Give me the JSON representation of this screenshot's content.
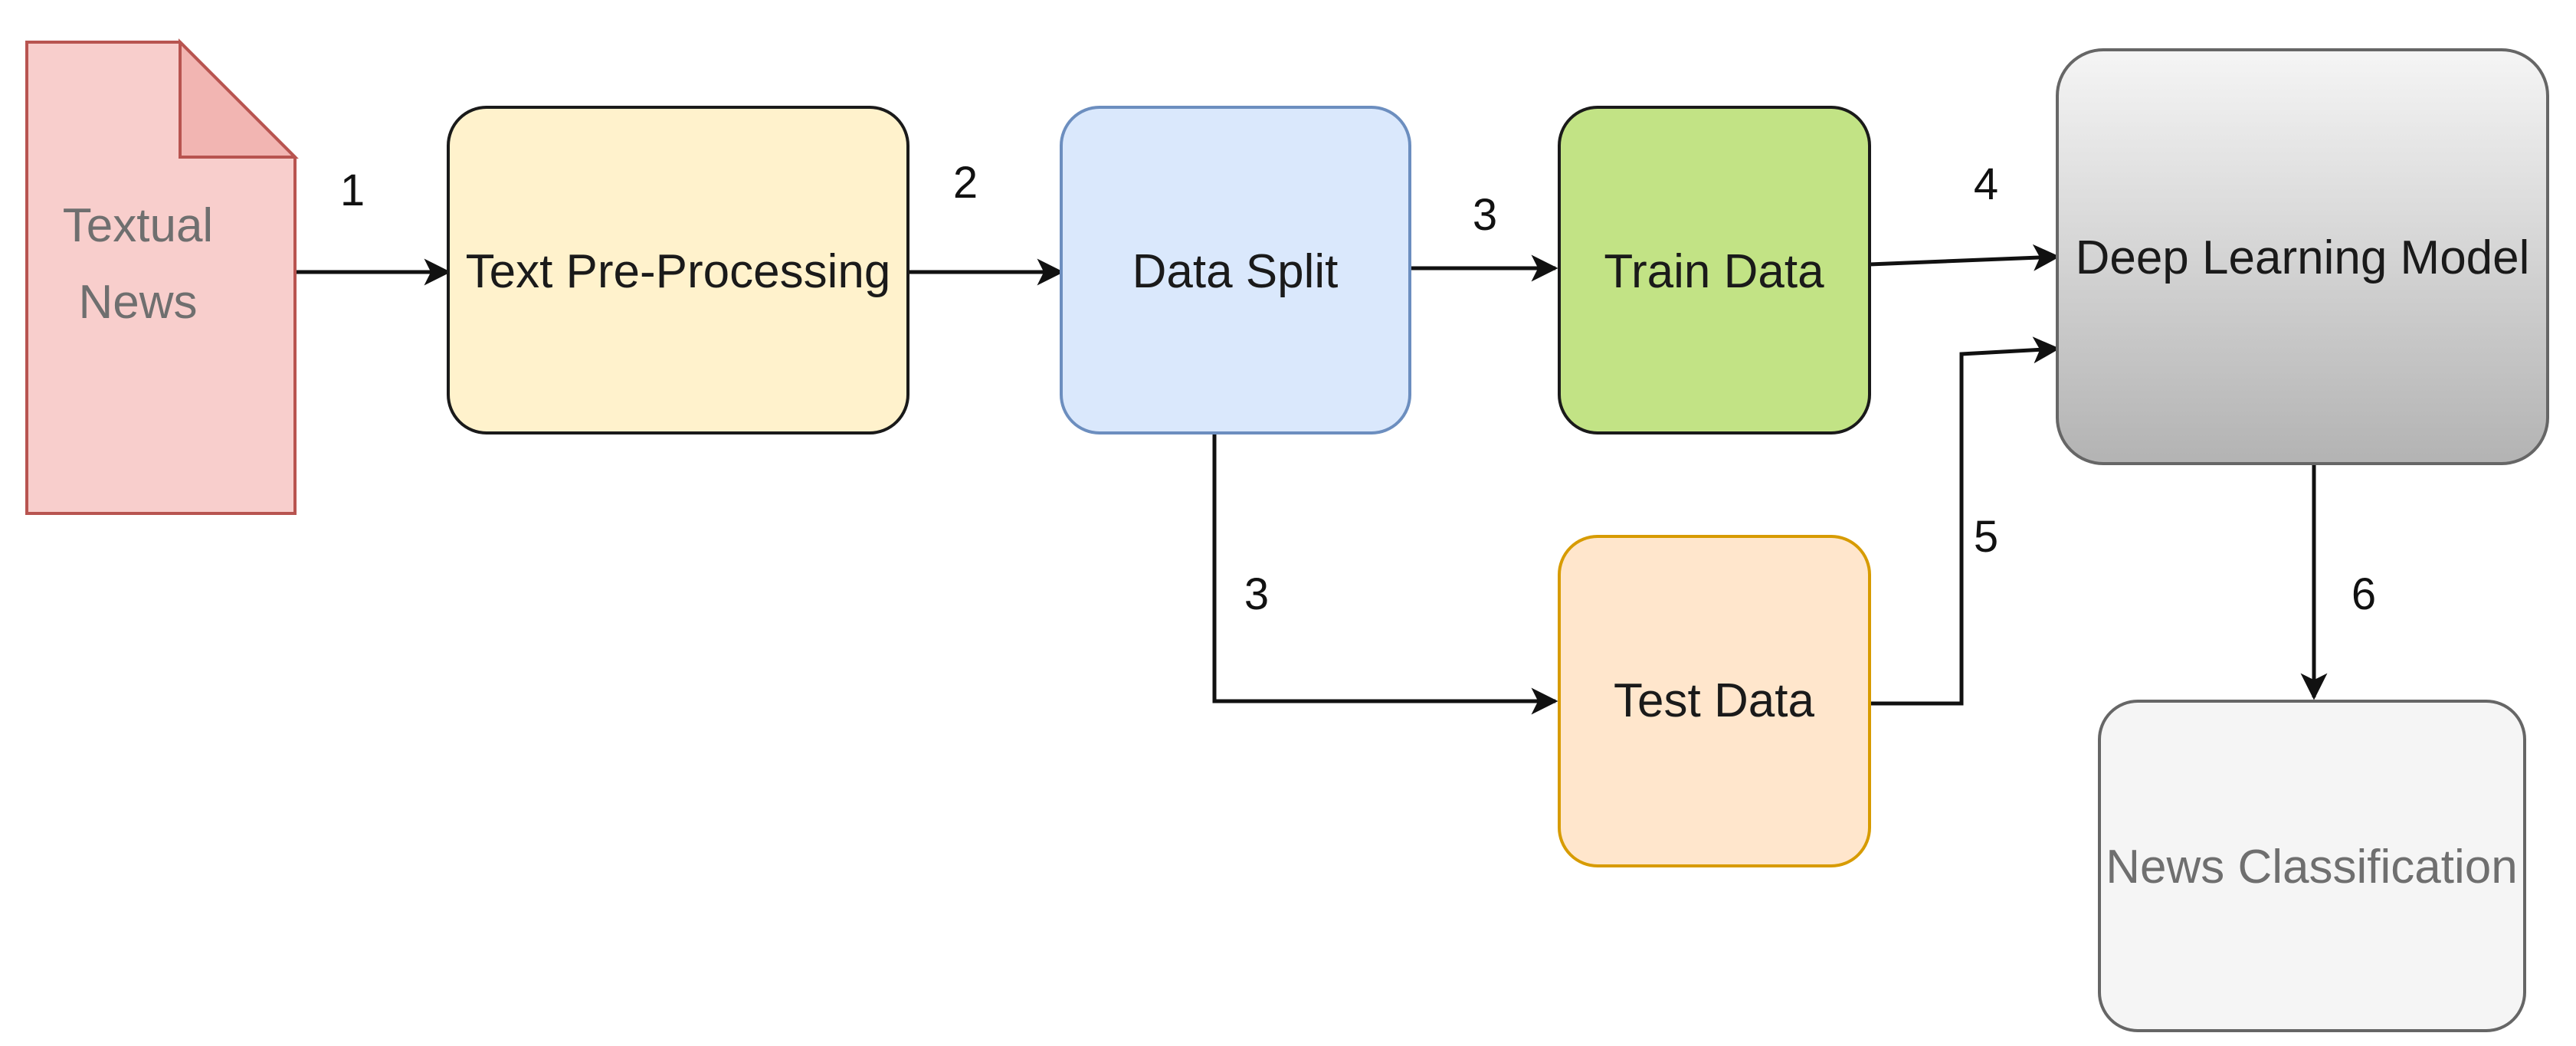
{
  "nodes": {
    "textual_news": {
      "line1": "Textual",
      "line2": "News",
      "fill": "#F8CECC",
      "stroke": "#B85450"
    },
    "preprocessing": {
      "label": "Text Pre-Processing",
      "fill": "#FFF2CC",
      "stroke": "#1a1a1a"
    },
    "data_split": {
      "label": "Data Split",
      "fill": "#DAE8FC",
      "stroke": "#6C8EBF"
    },
    "train_data": {
      "label": "Train Data",
      "fill": "#C2E385",
      "stroke": "#1a1a1a"
    },
    "test_data": {
      "label": "Test Data",
      "fill": "#FFE6CC",
      "stroke": "#D79B00"
    },
    "model": {
      "label": "Deep Learning Model",
      "fill_top": "#F5F5F5",
      "fill_bottom": "#B3B3B3",
      "stroke": "#666666"
    },
    "classification": {
      "label": "News Classification",
      "fill": "#F5F5F5",
      "stroke": "#666666"
    }
  },
  "edges": {
    "e1": "1",
    "e2": "2",
    "e3_train": "3",
    "e3_test": "3",
    "e4": "4",
    "e5": "5",
    "e6": "6"
  }
}
